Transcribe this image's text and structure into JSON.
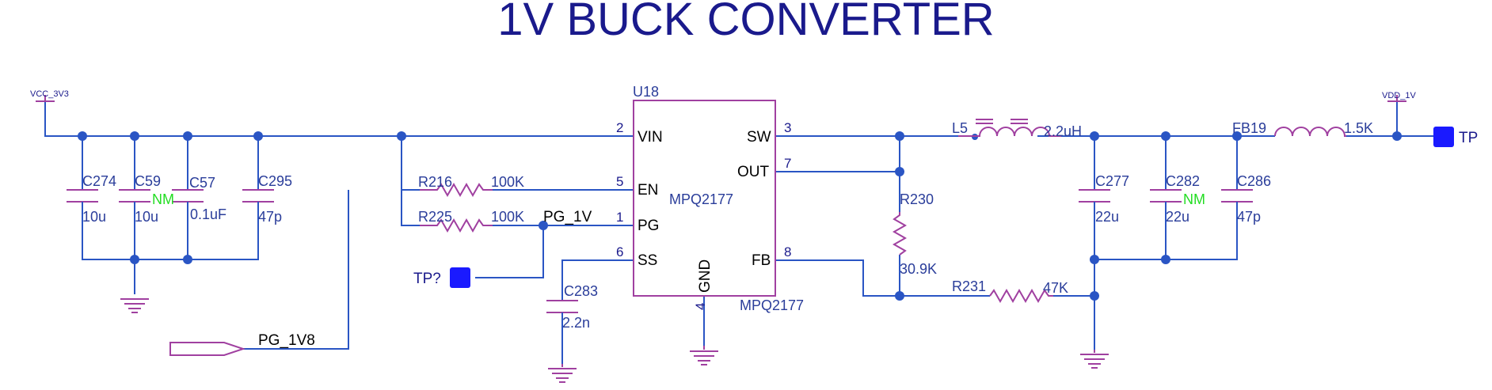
{
  "title": "1V BUCK CONVERTER",
  "nets": {
    "vcc_3v3": "VCC_3V3",
    "vdd_1v": "VDD_1V",
    "pg_1v": "PG_1V",
    "pg_1v8": "PG_1V8"
  },
  "ic": {
    "designator": "U18",
    "part_top": "MPQ2177",
    "part_bottom": "MPQ2177",
    "pins": [
      {
        "num": "2",
        "name": "VIN"
      },
      {
        "num": "5",
        "name": "EN"
      },
      {
        "num": "1",
        "name": "PG"
      },
      {
        "num": "6",
        "name": "SS"
      },
      {
        "num": "3",
        "name": "SW"
      },
      {
        "num": "7",
        "name": "OUT"
      },
      {
        "num": "8",
        "name": "FB"
      },
      {
        "num": "4",
        "name": "GND"
      }
    ]
  },
  "capacitors": [
    {
      "ref": "C274",
      "value": "10u",
      "nm": ""
    },
    {
      "ref": "C59",
      "value": "10u",
      "nm": "NM"
    },
    {
      "ref": "C57",
      "value": "0.1uF",
      "nm": ""
    },
    {
      "ref": "C295",
      "value": "47p",
      "nm": ""
    },
    {
      "ref": "C283",
      "value": "2.2n",
      "nm": ""
    },
    {
      "ref": "C277",
      "value": "22u",
      "nm": ""
    },
    {
      "ref": "C282",
      "value": "22u",
      "nm": "NM"
    },
    {
      "ref": "C286",
      "value": "47p",
      "nm": ""
    }
  ],
  "resistors": [
    {
      "ref": "R216",
      "value": "100K"
    },
    {
      "ref": "R225",
      "value": "100K"
    },
    {
      "ref": "R230",
      "value": "30.9K"
    },
    {
      "ref": "R231",
      "value": "47K"
    }
  ],
  "inductor": {
    "ref": "L5",
    "value": "2.2uH"
  },
  "ferrite": {
    "ref": "FB19",
    "value": "1.5K"
  },
  "testpoints": {
    "tp_left": "TP?",
    "tp_right": "TP"
  },
  "colors": {
    "wire": "#2a55c4",
    "component": "#a040a0",
    "title": "#1a1a8c",
    "nm_label": "#22dd22"
  }
}
